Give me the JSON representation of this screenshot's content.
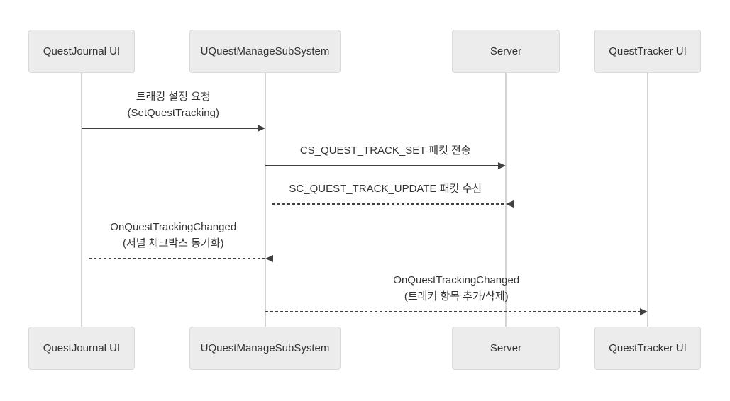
{
  "diagram": {
    "type": "sequence",
    "actors": [
      {
        "id": "questjournal-ui",
        "label": "QuestJournal UI"
      },
      {
        "id": "uquestmanagesubsystem",
        "label": "UQuestManageSubSystem"
      },
      {
        "id": "server",
        "label": "Server"
      },
      {
        "id": "questtracker-ui",
        "label": "QuestTracker UI"
      }
    ],
    "messages": [
      {
        "from": "questjournal-ui",
        "to": "uquestmanagesubsystem",
        "line": "solid",
        "label_lines": [
          "트래킹 설정 요청",
          "(SetQuestTracking)"
        ]
      },
      {
        "from": "uquestmanagesubsystem",
        "to": "server",
        "line": "solid",
        "label_lines": [
          "CS_QUEST_TRACK_SET 패킷 전송"
        ]
      },
      {
        "from": "server",
        "to": "uquestmanagesubsystem",
        "line": "dashed",
        "label_lines": [
          "SC_QUEST_TRACK_UPDATE 패킷 수신"
        ]
      },
      {
        "from": "uquestmanagesubsystem",
        "to": "questjournal-ui",
        "line": "dashed",
        "label_lines": [
          "OnQuestTrackingChanged",
          "(저널 체크박스 동기화)"
        ]
      },
      {
        "from": "uquestmanagesubsystem",
        "to": "questtracker-ui",
        "line": "dashed",
        "label_lines": [
          "OnQuestTrackingChanged",
          "(트래커 항목 추가/삭제)"
        ]
      }
    ],
    "colors": {
      "background": "#ffffff",
      "actor_fill": "#ececec",
      "actor_border": "#d9d9d9",
      "text": "#333333",
      "arrow": "#404040",
      "lifeline": "#d4d4d4"
    }
  }
}
